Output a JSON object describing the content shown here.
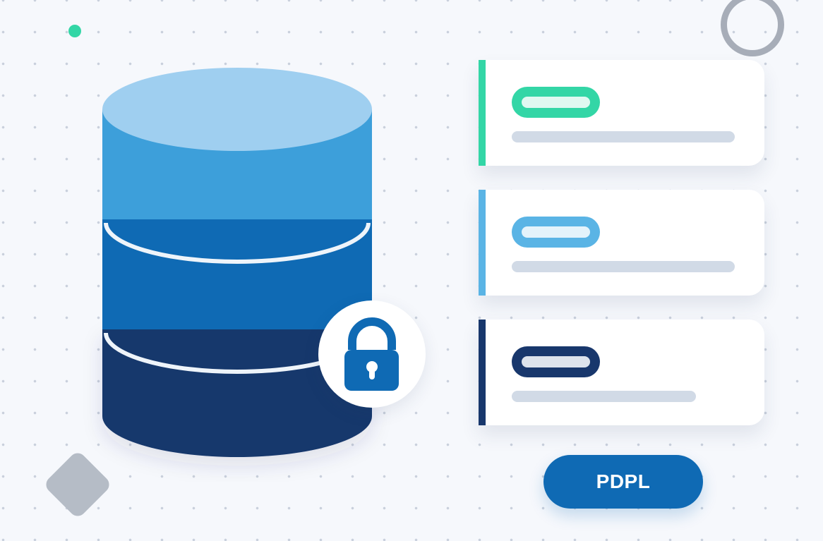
{
  "colors": {
    "db_top": "#9fcff0",
    "db_layer1": "#3d9fda",
    "db_layer2": "#0f6ab4",
    "db_layer3": "#18376c",
    "lock": "#0f6ab4",
    "accent_green": "#33d6a6",
    "accent_lightblue": "#5ab4e5",
    "accent_navy": "#18376c",
    "deco_ring": "#a7adb8",
    "deco_diamond": "#b5bcc6"
  },
  "icons": {
    "database": "database-icon",
    "lock": "lock-icon"
  },
  "cards": [
    {
      "accent": "#33d6a6",
      "pill_fill": "#e0f8f1",
      "line_fraction": 1.0
    },
    {
      "accent": "#5ab4e5",
      "pill_fill": "#e4f3fb",
      "line_fraction": 1.0
    },
    {
      "accent": "#18376c",
      "pill_fill": "#dde3ec",
      "line_fraction": 0.82
    }
  ],
  "button": {
    "label": "PDPL"
  }
}
